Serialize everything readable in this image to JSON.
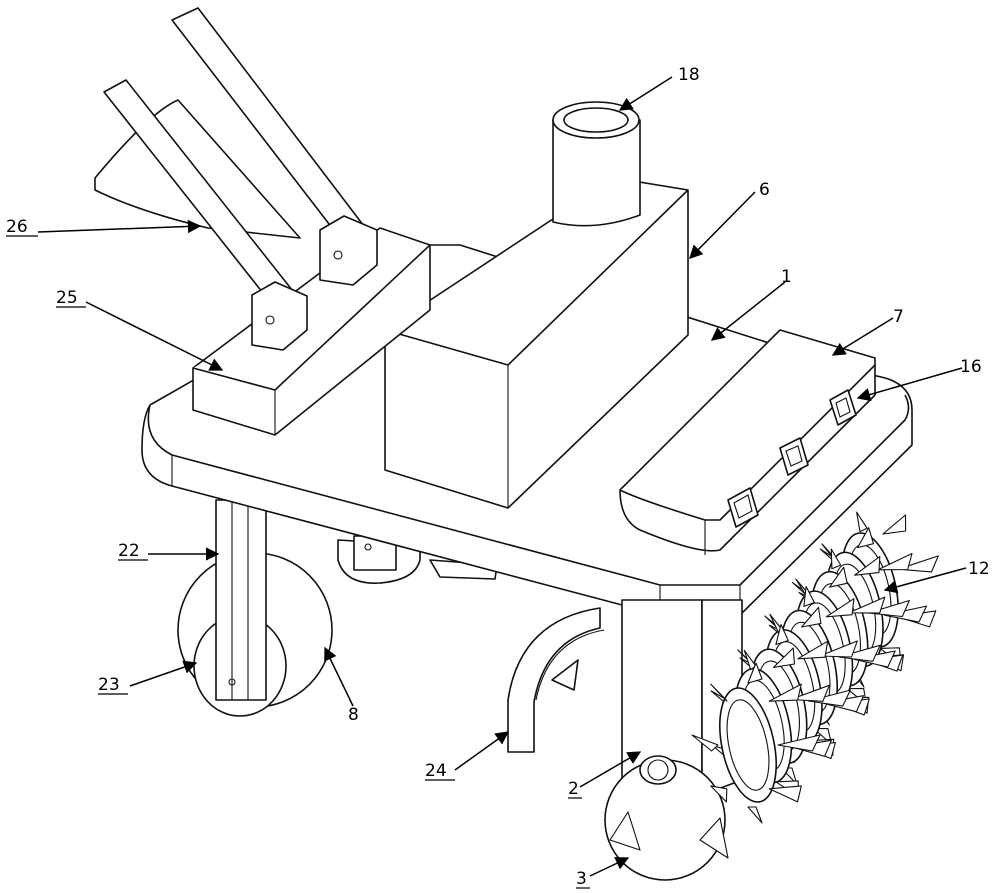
{
  "figure": {
    "labels": [
      {
        "id": "label-1",
        "text": "1"
      },
      {
        "id": "label-2",
        "text": "2"
      },
      {
        "id": "label-3",
        "text": "3"
      },
      {
        "id": "label-6",
        "text": "6"
      },
      {
        "id": "label-7",
        "text": "7"
      },
      {
        "id": "label-8",
        "text": "8"
      },
      {
        "id": "label-12",
        "text": "12"
      },
      {
        "id": "label-16",
        "text": "16"
      },
      {
        "id": "label-18",
        "text": "18"
      },
      {
        "id": "label-22",
        "text": "22"
      },
      {
        "id": "label-23",
        "text": "23"
      },
      {
        "id": "label-24",
        "text": "24"
      },
      {
        "id": "label-25",
        "text": "25"
      },
      {
        "id": "label-26",
        "text": "26"
      }
    ]
  }
}
